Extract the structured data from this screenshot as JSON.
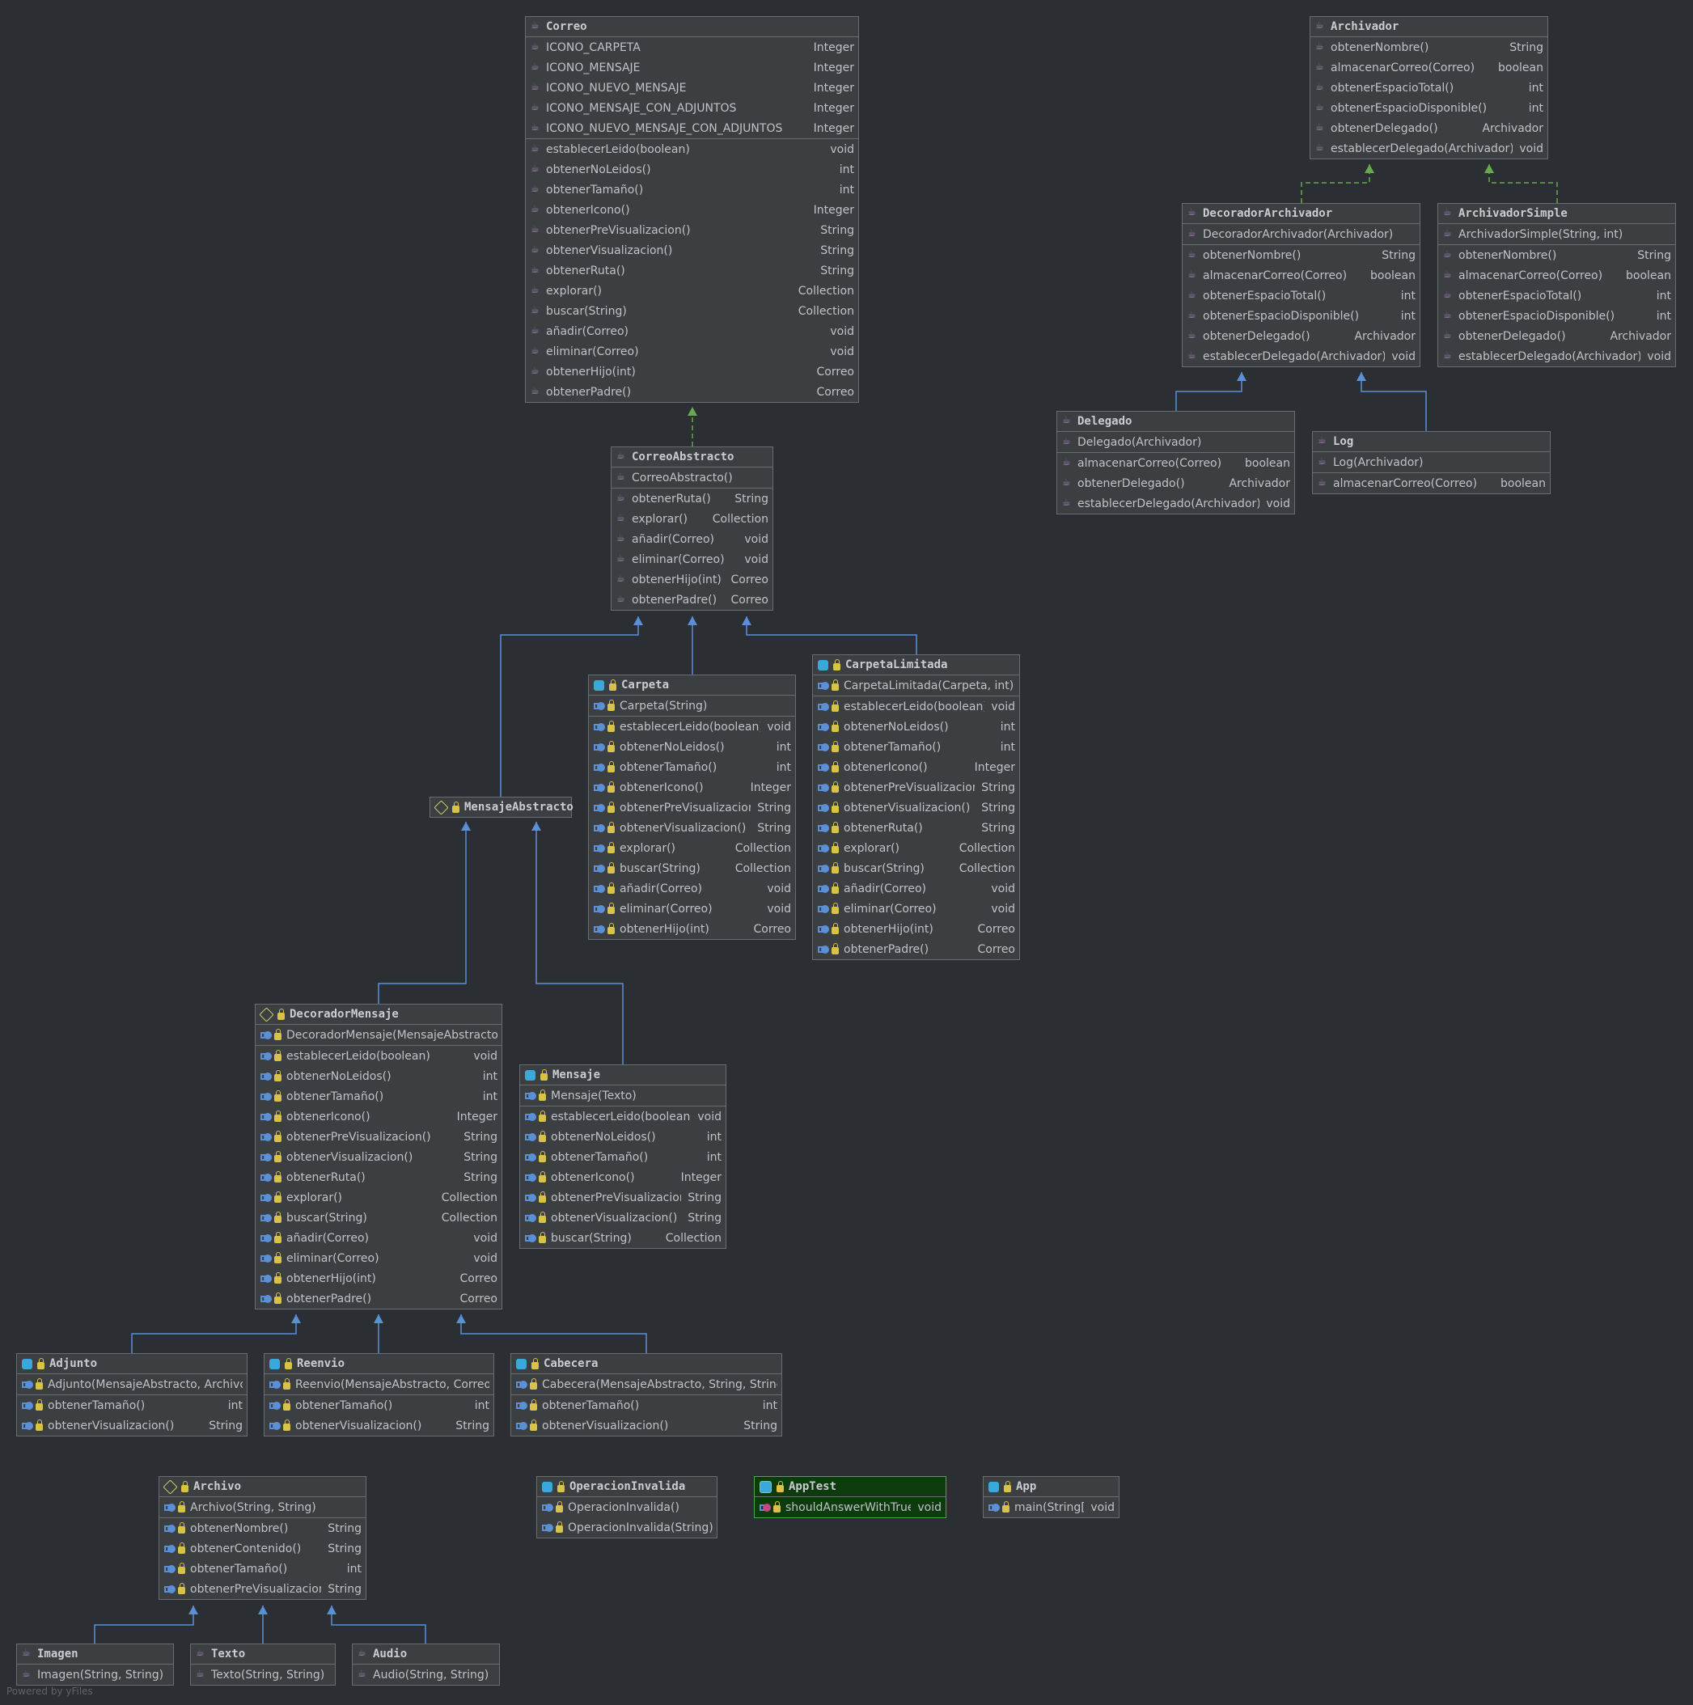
{
  "footer": "Powered by yFiles",
  "nodes": [
    {
      "id": "correo",
      "name": "Correo",
      "kind": "java",
      "sections": [
        [
          [
            "ICONO_CARPETA",
            "Integer"
          ],
          [
            "ICONO_MENSAJE",
            "Integer"
          ],
          [
            "ICONO_NUEVO_MENSAJE",
            "Integer"
          ],
          [
            "ICONO_MENSAJE_CON_ADJUNTOS",
            "Integer"
          ],
          [
            "ICONO_NUEVO_MENSAJE_CON_ADJUNTOS",
            "Integer"
          ]
        ],
        [
          [
            "establecerLeido(boolean)",
            "void"
          ],
          [
            "obtenerNoLeidos()",
            "int"
          ],
          [
            "obtenerTamaño()",
            "int"
          ],
          [
            "obtenerIcono()",
            "Integer"
          ],
          [
            "obtenerPreVisualizacion()",
            "String"
          ],
          [
            "obtenerVisualizacion()",
            "String"
          ],
          [
            "obtenerRuta()",
            "String"
          ],
          [
            "explorar()",
            "Collection"
          ],
          [
            "buscar(String)",
            "Collection"
          ],
          [
            "añadir(Correo)",
            "void"
          ],
          [
            "eliminar(Correo)",
            "void"
          ],
          [
            "obtenerHijo(int)",
            "Correo"
          ],
          [
            "obtenerPadre()",
            "Correo"
          ]
        ]
      ]
    },
    {
      "id": "archivador",
      "name": "Archivador",
      "kind": "java",
      "sections": [
        [
          [
            "obtenerNombre()",
            "String"
          ],
          [
            "almacenarCorreo(Correo)",
            "boolean"
          ],
          [
            "obtenerEspacioTotal()",
            "int"
          ],
          [
            "obtenerEspacioDisponible()",
            "int"
          ],
          [
            "obtenerDelegado()",
            "Archivador"
          ],
          [
            "establecerDelegado(Archivador)",
            "void"
          ]
        ]
      ]
    },
    {
      "id": "decoradorArchivador",
      "name": "DecoradorArchivador",
      "kind": "java",
      "sections": [
        [
          [
            "DecoradorArchivador(Archivador)",
            ""
          ]
        ],
        [
          [
            "obtenerNombre()",
            "String"
          ],
          [
            "almacenarCorreo(Correo)",
            "boolean"
          ],
          [
            "obtenerEspacioTotal()",
            "int"
          ],
          [
            "obtenerEspacioDisponible()",
            "int"
          ],
          [
            "obtenerDelegado()",
            "Archivador"
          ],
          [
            "establecerDelegado(Archivador)",
            "void"
          ]
        ]
      ]
    },
    {
      "id": "archivadorSimple",
      "name": "ArchivadorSimple",
      "kind": "java",
      "sections": [
        [
          [
            "ArchivadorSimple(String, int)",
            ""
          ]
        ],
        [
          [
            "obtenerNombre()",
            "String"
          ],
          [
            "almacenarCorreo(Correo)",
            "boolean"
          ],
          [
            "obtenerEspacioTotal()",
            "int"
          ],
          [
            "obtenerEspacioDisponible()",
            "int"
          ],
          [
            "obtenerDelegado()",
            "Archivador"
          ],
          [
            "establecerDelegado(Archivador)",
            "void"
          ]
        ]
      ]
    },
    {
      "id": "delegado",
      "name": "Delegado",
      "kind": "java",
      "sections": [
        [
          [
            "Delegado(Archivador)",
            ""
          ]
        ],
        [
          [
            "almacenarCorreo(Correo)",
            "boolean"
          ],
          [
            "obtenerDelegado()",
            "Archivador"
          ],
          [
            "establecerDelegado(Archivador)",
            "void"
          ]
        ]
      ]
    },
    {
      "id": "log",
      "name": "Log",
      "kind": "java",
      "sections": [
        [
          [
            "Log(Archivador)",
            ""
          ]
        ],
        [
          [
            "almacenarCorreo(Correo)",
            "boolean"
          ]
        ]
      ]
    },
    {
      "id": "correoAbstracto",
      "name": "CorreoAbstracto",
      "kind": "java",
      "sections": [
        [
          [
            "CorreoAbstracto()",
            ""
          ]
        ],
        [
          [
            "obtenerRuta()",
            "String"
          ],
          [
            "explorar()",
            "Collection"
          ],
          [
            "añadir(Correo)",
            "void"
          ],
          [
            "eliminar(Correo)",
            "void"
          ],
          [
            "obtenerHijo(int)",
            "Correo"
          ],
          [
            "obtenerPadre()",
            "Correo"
          ]
        ]
      ]
    },
    {
      "id": "carpeta",
      "name": "Carpeta",
      "kind": "cls",
      "sections": [
        [
          [
            "Carpeta(String)",
            ""
          ]
        ],
        [
          [
            "establecerLeido(boolean)",
            "void"
          ],
          [
            "obtenerNoLeidos()",
            "int"
          ],
          [
            "obtenerTamaño()",
            "int"
          ],
          [
            "obtenerIcono()",
            "Integer"
          ],
          [
            "obtenerPreVisualizacion()",
            "String"
          ],
          [
            "obtenerVisualizacion()",
            "String"
          ],
          [
            "explorar()",
            "Collection"
          ],
          [
            "buscar(String)",
            "Collection"
          ],
          [
            "añadir(Correo)",
            "void"
          ],
          [
            "eliminar(Correo)",
            "void"
          ],
          [
            "obtenerHijo(int)",
            "Correo"
          ]
        ]
      ]
    },
    {
      "id": "carpetaLimitada",
      "name": "CarpetaLimitada",
      "kind": "cls",
      "sections": [
        [
          [
            "CarpetaLimitada(Carpeta, int)",
            ""
          ]
        ],
        [
          [
            "establecerLeido(boolean)",
            "void"
          ],
          [
            "obtenerNoLeidos()",
            "int"
          ],
          [
            "obtenerTamaño()",
            "int"
          ],
          [
            "obtenerIcono()",
            "Integer"
          ],
          [
            "obtenerPreVisualizacion()",
            "String"
          ],
          [
            "obtenerVisualizacion()",
            "String"
          ],
          [
            "obtenerRuta()",
            "String"
          ],
          [
            "explorar()",
            "Collection"
          ],
          [
            "buscar(String)",
            "Collection"
          ],
          [
            "añadir(Correo)",
            "void"
          ],
          [
            "eliminar(Correo)",
            "void"
          ],
          [
            "obtenerHijo(int)",
            "Correo"
          ],
          [
            "obtenerPadre()",
            "Correo"
          ]
        ]
      ]
    },
    {
      "id": "mensajeAbstracto",
      "name": "MensajeAbstracto",
      "kind": "abs",
      "sections": []
    },
    {
      "id": "decoradorMensaje",
      "name": "DecoradorMensaje",
      "kind": "abs",
      "sections": [
        [
          [
            "DecoradorMensaje(MensajeAbstracto)",
            ""
          ]
        ],
        [
          [
            "establecerLeido(boolean)",
            "void"
          ],
          [
            "obtenerNoLeidos()",
            "int"
          ],
          [
            "obtenerTamaño()",
            "int"
          ],
          [
            "obtenerIcono()",
            "Integer"
          ],
          [
            "obtenerPreVisualizacion()",
            "String"
          ],
          [
            "obtenerVisualizacion()",
            "String"
          ],
          [
            "obtenerRuta()",
            "String"
          ],
          [
            "explorar()",
            "Collection"
          ],
          [
            "buscar(String)",
            "Collection"
          ],
          [
            "añadir(Correo)",
            "void"
          ],
          [
            "eliminar(Correo)",
            "void"
          ],
          [
            "obtenerHijo(int)",
            "Correo"
          ],
          [
            "obtenerPadre()",
            "Correo"
          ]
        ]
      ]
    },
    {
      "id": "mensaje",
      "name": "Mensaje",
      "kind": "cls",
      "sections": [
        [
          [
            "Mensaje(Texto)",
            ""
          ]
        ],
        [
          [
            "establecerLeido(boolean)",
            "void"
          ],
          [
            "obtenerNoLeidos()",
            "int"
          ],
          [
            "obtenerTamaño()",
            "int"
          ],
          [
            "obtenerIcono()",
            "Integer"
          ],
          [
            "obtenerPreVisualizacion()",
            "String"
          ],
          [
            "obtenerVisualizacion()",
            "String"
          ],
          [
            "buscar(String)",
            "Collection"
          ]
        ]
      ]
    },
    {
      "id": "adjunto",
      "name": "Adjunto",
      "kind": "cls",
      "sections": [
        [
          [
            "Adjunto(MensajeAbstracto, Archivo)",
            ""
          ]
        ],
        [
          [
            "obtenerTamaño()",
            "int"
          ],
          [
            "obtenerVisualizacion()",
            "String"
          ]
        ]
      ]
    },
    {
      "id": "reenvio",
      "name": "Reenvio",
      "kind": "cls",
      "sections": [
        [
          [
            "Reenvio(MensajeAbstracto, Correo)",
            ""
          ]
        ],
        [
          [
            "obtenerTamaño()",
            "int"
          ],
          [
            "obtenerVisualizacion()",
            "String"
          ]
        ]
      ]
    },
    {
      "id": "cabecera",
      "name": "Cabecera",
      "kind": "cls",
      "sections": [
        [
          [
            "Cabecera(MensajeAbstracto, String, String)",
            ""
          ]
        ],
        [
          [
            "obtenerTamaño()",
            "int"
          ],
          [
            "obtenerVisualizacion()",
            "String"
          ]
        ]
      ]
    },
    {
      "id": "archivo",
      "name": "Archivo",
      "kind": "abs",
      "sections": [
        [
          [
            "Archivo(String, String)",
            ""
          ]
        ],
        [
          [
            "obtenerNombre()",
            "String"
          ],
          [
            "obtenerContenido()",
            "String"
          ],
          [
            "obtenerTamaño()",
            "int"
          ],
          [
            "obtenerPreVisualizacion()",
            "String"
          ]
        ]
      ]
    },
    {
      "id": "operacionInvalida",
      "name": "OperacionInvalida",
      "kind": "cls",
      "sections": [
        [
          [
            "OperacionInvalida()",
            ""
          ],
          [
            "OperacionInvalida(String)",
            ""
          ]
        ]
      ]
    },
    {
      "id": "appTest",
      "name": "AppTest",
      "kind": "test",
      "sections": [
        [
          [
            "shouldAnswerWithTrue()",
            "void"
          ]
        ]
      ]
    },
    {
      "id": "app",
      "name": "App",
      "kind": "cls",
      "sections": [
        [
          [
            "main(String[])",
            "void"
          ]
        ]
      ]
    },
    {
      "id": "imagen",
      "name": "Imagen",
      "kind": "java",
      "sections": [
        [
          [
            "Imagen(String, String)",
            ""
          ]
        ]
      ]
    },
    {
      "id": "texto",
      "name": "Texto",
      "kind": "java",
      "sections": [
        [
          [
            "Texto(String, String)",
            ""
          ]
        ]
      ]
    },
    {
      "id": "audio",
      "name": "Audio",
      "kind": "java",
      "sections": [
        [
          [
            "Audio(String, String)",
            ""
          ]
        ]
      ]
    }
  ],
  "colors": {
    "background": "#2b2e33",
    "node": "#3c3f41",
    "border": "#6a6d70",
    "inherit_edge": "#5b8fd6",
    "implement_edge": "#6aa84f",
    "test_node": "#0d3b0d"
  }
}
